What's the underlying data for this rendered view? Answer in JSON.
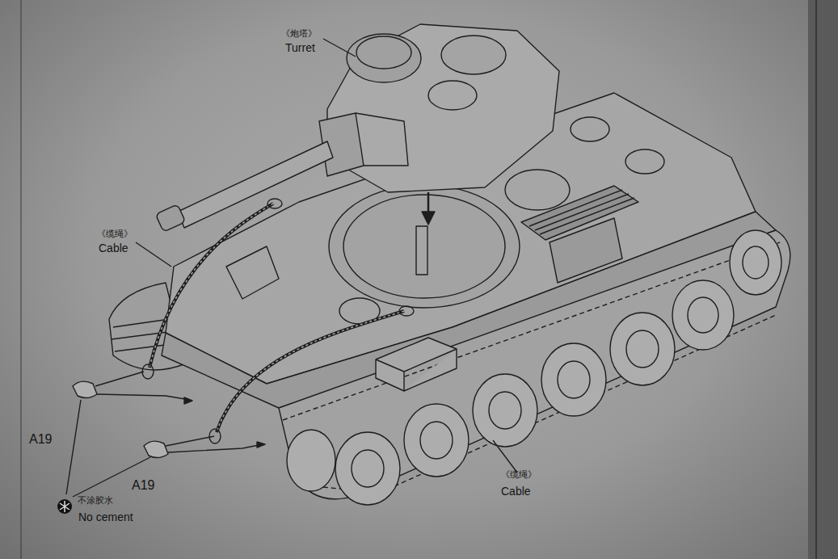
{
  "diagram": {
    "labels": [
      "《炮塔》",
      "Turret",
      "《缆绳》",
      "Cable",
      "A19",
      "A19",
      "不涂胶水",
      "No cement",
      "《缆绳》",
      "Cable"
    ]
  }
}
